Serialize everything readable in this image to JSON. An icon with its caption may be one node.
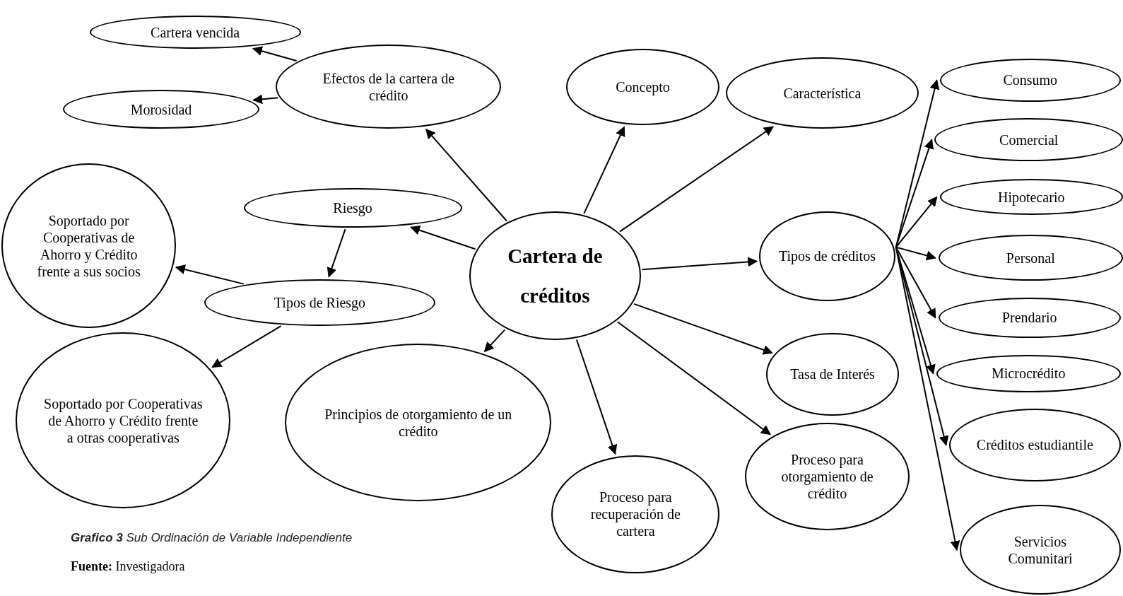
{
  "diagram": {
    "caption": "**Grafico 3** Sub Ordinación de Variable Independiente",
    "nodes": [
      {
        "text": [
          "Cartera de créditos"
        ]
      },
      {
        "text": [
          "Cartera vencida"
        ]
      },
      {
        "text": [
          "Efectos de la cartera de crédito"
        ]
      },
      {
        "text": [
          "Morosidad"
        ]
      },
      {
        "text": [
          "Concepto"
        ]
      },
      {
        "text": [
          "Característica"
        ]
      },
      {
        "text": [
          "Soportado por Cooperativas de Ahorro y Crédito frente a sus socios"
        ]
      },
      {
        "text": [
          "Riesgo"
        ]
      },
      {
        "text": [
          "Tipos de Riesgo"
        ]
      },
      {
        "text": [
          "Soportado por Cooperativas de Ahorro y Crédito frente a otras cooperativas"
        ]
      },
      {
        "text": [
          "Principios de otorgamiento de un crédito"
        ]
      },
      {
        "text": [
          "Tipos de créditos"
        ]
      },
      {
        "text": [
          "Tasa de Interés"
        ]
      },
      {
        "text": [
          "Proceso para recuperación de cartera"
        ]
      },
      {
        "text": [
          "Proceso para otorgamiento de crédito"
        ]
      },
      {
        "text": [
          "Consumo"
        ]
      },
      {
        "text": [
          "Comercial"
        ]
      },
      {
        "text": [
          "Hipotecario"
        ]
      },
      {
        "text": [
          "Personal"
        ]
      },
      {
        "text": [
          "Prendario"
        ]
      },
      {
        "text": [
          "Microcrédito"
        ]
      },
      {
        "text": [
          "Créditos estudiantile"
        ]
      },
      {
        "text": [
          "Servicios Comunitari"
        ]
      }
    ],
    "edges": [
      {
        "from": 0,
        "to": 2,
        "arrow": "to"
      },
      {
        "from": 0,
        "to": 4,
        "arrow": "to"
      },
      {
        "from": 0,
        "to": 5,
        "arrow": "to"
      },
      {
        "from": 0,
        "to": 7,
        "arrow": "to"
      },
      {
        "from": 0,
        "to": 10,
        "arrow": "to"
      },
      {
        "from": 0,
        "to": 13,
        "arrow": "to"
      },
      {
        "from": 0,
        "to": 11,
        "arrow": "to"
      },
      {
        "from": 0,
        "to": 12,
        "arrow": "to"
      },
      {
        "from": 0,
        "to": 14,
        "arrow": "to"
      },
      {
        "from": 2,
        "to": 1,
        "arrow": "to"
      },
      {
        "from": 2,
        "to": 3,
        "arrow": "to"
      },
      {
        "from": 7,
        "to": 8,
        "arrow": "to"
      },
      {
        "from": 8,
        "to": 6,
        "arrow": "to"
      },
      {
        "from": 8,
        "to": 9,
        "arrow": "to"
      },
      {
        "from": 11,
        "to": 15,
        "arrow": "to"
      },
      {
        "from": 11,
        "to": 16,
        "arrow": "to"
      },
      {
        "from": 11,
        "to": 17,
        "arrow": "to"
      },
      {
        "from": 11,
        "to": 18,
        "arrow": "to"
      },
      {
        "from": 11,
        "to": 19,
        "arrow": "to"
      },
      {
        "from": 11,
        "to": 20,
        "arrow": "to"
      },
      {
        "from": 11,
        "to": 21,
        "arrow": "to"
      },
      {
        "from": 11,
        "to": 22,
        "arrow": "to"
      }
    ],
    "labels": [
      "**Fuente:** Investigadora"
    ]
  }
}
